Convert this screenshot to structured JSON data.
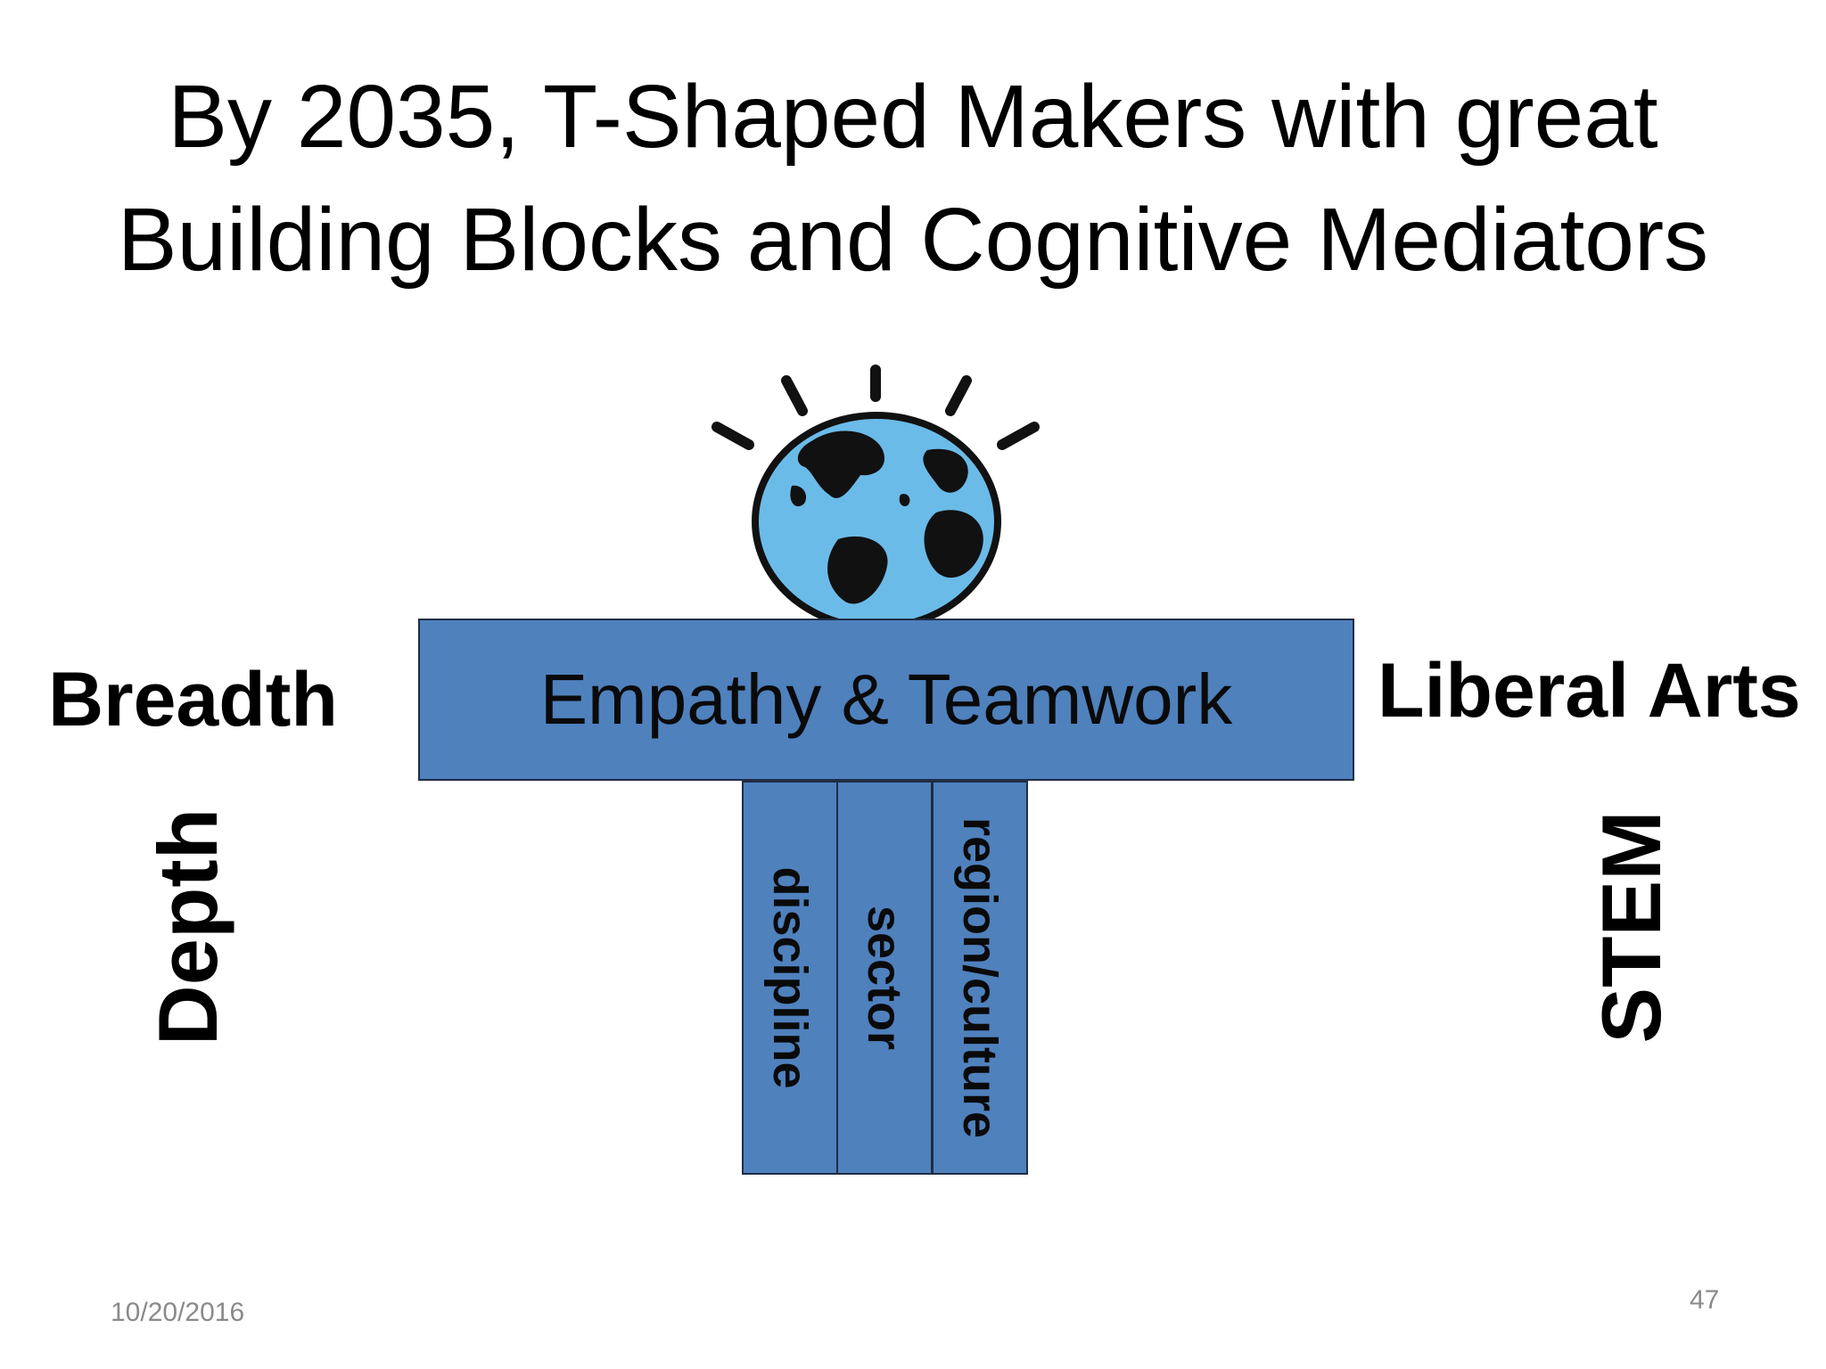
{
  "title": {
    "line1": "By 2035, T-Shaped Makers with great",
    "line2": "Building Blocks and Cognitive Mediators"
  },
  "logo": {
    "icon": "globe-with-rays-icon",
    "ocean_color": "#6bbbe8",
    "land_color": "#111111"
  },
  "diagram": {
    "bar_label": "Empathy & Teamwork",
    "columns": [
      "discipline",
      "sector",
      "region/culture"
    ],
    "fill_color": "#4f81bd"
  },
  "labels": {
    "breadth": "Breadth",
    "liberal_arts": "Liberal Arts",
    "depth": "Depth",
    "stem": "STEM"
  },
  "footer": {
    "date": "10/20/2016",
    "page": "47"
  }
}
